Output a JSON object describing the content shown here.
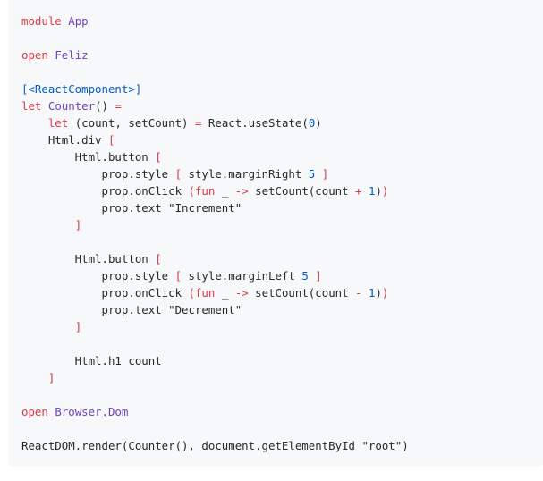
{
  "code": {
    "language": "fsharp",
    "colors": {
      "background": "#f6f8fa",
      "keyword": "#d73a49",
      "type": "#6f42c1",
      "attribute": "#005cc5",
      "number": "#005cc5",
      "text": "#24292e"
    },
    "lines": [
      [
        {
          "t": "kw",
          "v": "module"
        },
        {
          "t": "plain",
          "v": " "
        },
        {
          "t": "ty",
          "v": "App"
        }
      ],
      [],
      [
        {
          "t": "kw",
          "v": "open"
        },
        {
          "t": "plain",
          "v": " "
        },
        {
          "t": "ty",
          "v": "Feliz"
        }
      ],
      [],
      [
        {
          "t": "br",
          "v": "[<ReactComponent>]"
        }
      ],
      [
        {
          "t": "kw",
          "v": "let"
        },
        {
          "t": "plain",
          "v": " "
        },
        {
          "t": "ty",
          "v": "Counter"
        },
        {
          "t": "plain",
          "v": "() "
        },
        {
          "t": "op",
          "v": "="
        }
      ],
      [
        {
          "t": "plain",
          "v": "    "
        },
        {
          "t": "kw",
          "v": "let"
        },
        {
          "t": "plain",
          "v": " (count, setCount) "
        },
        {
          "t": "op",
          "v": "="
        },
        {
          "t": "plain",
          "v": " React.useState("
        },
        {
          "t": "num",
          "v": "0"
        },
        {
          "t": "plain",
          "v": ")"
        }
      ],
      [
        {
          "t": "plain",
          "v": "    Html.div "
        },
        {
          "t": "op",
          "v": "["
        }
      ],
      [
        {
          "t": "plain",
          "v": "        Html.button "
        },
        {
          "t": "op",
          "v": "["
        }
      ],
      [
        {
          "t": "plain",
          "v": "            prop.style "
        },
        {
          "t": "op",
          "v": "["
        },
        {
          "t": "plain",
          "v": " style.marginRight "
        },
        {
          "t": "num",
          "v": "5"
        },
        {
          "t": "plain",
          "v": " "
        },
        {
          "t": "op",
          "v": "]"
        }
      ],
      [
        {
          "t": "plain",
          "v": "            prop.onClick "
        },
        {
          "t": "op",
          "v": "("
        },
        {
          "t": "kw",
          "v": "fun"
        },
        {
          "t": "plain",
          "v": " _ "
        },
        {
          "t": "op",
          "v": "->"
        },
        {
          "t": "plain",
          "v": " setCount(count "
        },
        {
          "t": "op",
          "v": "+"
        },
        {
          "t": "plain",
          "v": " "
        },
        {
          "t": "num",
          "v": "1"
        },
        {
          "t": "plain",
          "v": ")"
        },
        {
          "t": "op",
          "v": ")"
        }
      ],
      [
        {
          "t": "plain",
          "v": "            prop.text "
        },
        {
          "t": "str",
          "v": "\"Increment\""
        }
      ],
      [
        {
          "t": "plain",
          "v": "        "
        },
        {
          "t": "op",
          "v": "]"
        }
      ],
      [],
      [
        {
          "t": "plain",
          "v": "        Html.button "
        },
        {
          "t": "op",
          "v": "["
        }
      ],
      [
        {
          "t": "plain",
          "v": "            prop.style "
        },
        {
          "t": "op",
          "v": "["
        },
        {
          "t": "plain",
          "v": " style.marginLeft "
        },
        {
          "t": "num",
          "v": "5"
        },
        {
          "t": "plain",
          "v": " "
        },
        {
          "t": "op",
          "v": "]"
        }
      ],
      [
        {
          "t": "plain",
          "v": "            prop.onClick "
        },
        {
          "t": "op",
          "v": "("
        },
        {
          "t": "kw",
          "v": "fun"
        },
        {
          "t": "plain",
          "v": " _ "
        },
        {
          "t": "op",
          "v": "->"
        },
        {
          "t": "plain",
          "v": " setCount(count "
        },
        {
          "t": "op",
          "v": "-"
        },
        {
          "t": "plain",
          "v": " "
        },
        {
          "t": "num",
          "v": "1"
        },
        {
          "t": "plain",
          "v": ")"
        },
        {
          "t": "op",
          "v": ")"
        }
      ],
      [
        {
          "t": "plain",
          "v": "            prop.text "
        },
        {
          "t": "str",
          "v": "\"Decrement\""
        }
      ],
      [
        {
          "t": "plain",
          "v": "        "
        },
        {
          "t": "op",
          "v": "]"
        }
      ],
      [],
      [
        {
          "t": "plain",
          "v": "        Html.h1 count"
        }
      ],
      [
        {
          "t": "plain",
          "v": "    "
        },
        {
          "t": "op",
          "v": "]"
        }
      ],
      [],
      [
        {
          "t": "kw",
          "v": "open"
        },
        {
          "t": "plain",
          "v": " "
        },
        {
          "t": "ty",
          "v": "Browser.Dom"
        }
      ],
      [],
      [
        {
          "t": "plain",
          "v": "ReactDOM.render(Counter(), document.getElementById "
        },
        {
          "t": "str",
          "v": "\"root\""
        },
        {
          "t": "plain",
          "v": ")"
        }
      ]
    ]
  }
}
